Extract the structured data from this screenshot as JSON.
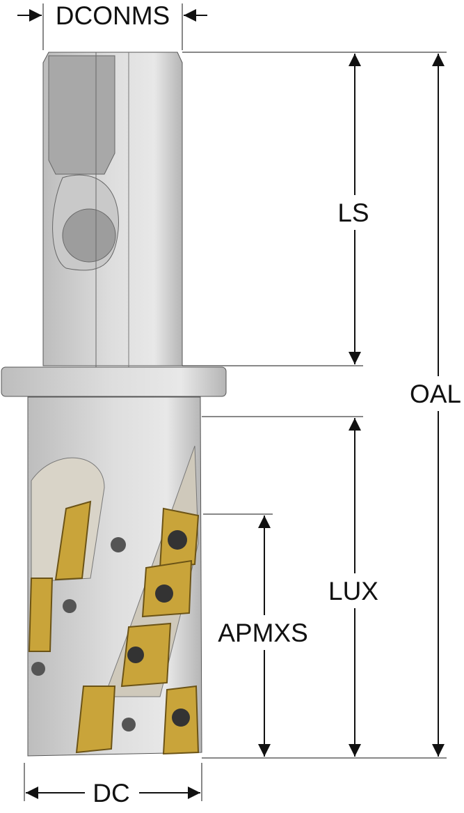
{
  "diagram": {
    "labels": {
      "dconms": "DCONMS",
      "ls": "LS",
      "oal": "OAL",
      "lux": "LUX",
      "apmxs": "APMXS",
      "dc": "DC"
    },
    "colors": {
      "steel_light": "#e4e4e4",
      "steel_mid": "#c4c4c4",
      "steel_dark": "#9a9a9a",
      "insert_gold": "#c9a43a",
      "insert_dark": "#8a6d1f"
    }
  }
}
